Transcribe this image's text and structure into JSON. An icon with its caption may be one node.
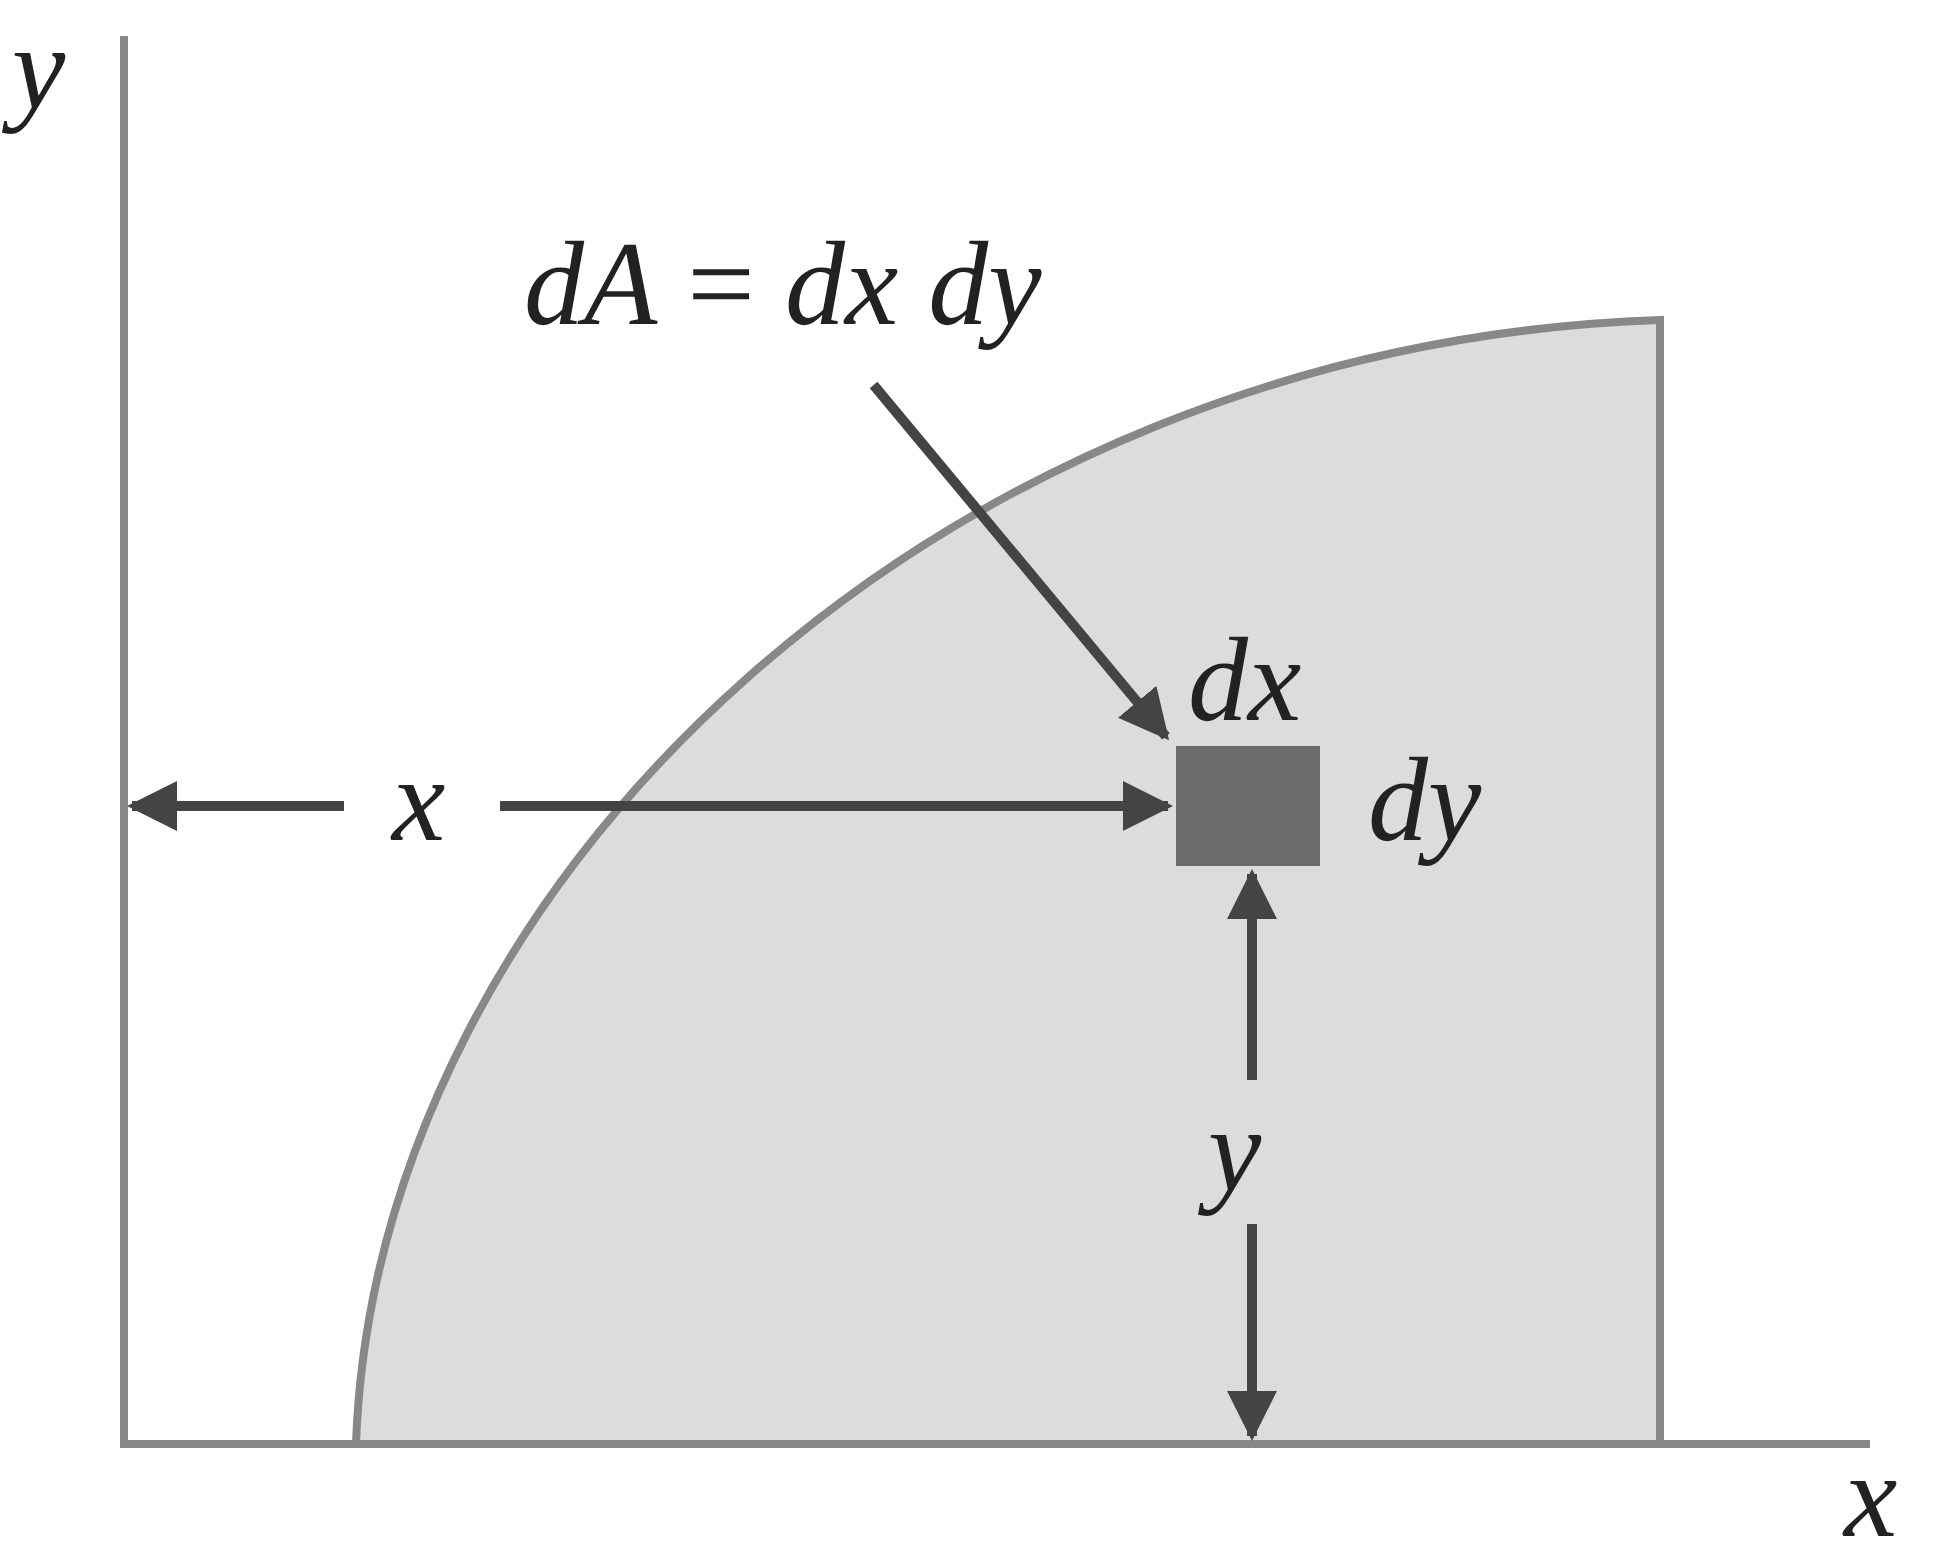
{
  "diagram": {
    "nodes": [
      {
        "text": [
          "*dA* = *dx dy*"
        ]
      },
      {
        "text": [],
        "shape": "box",
        "beside": [
          "dx",
          "dy"
        ]
      }
    ],
    "edges": [
      {
        "from": 0,
        "to": 1,
        "arrow": "to"
      }
    ],
    "labels": [
      "y",
      "x",
      "y",
      "x"
    ]
  }
}
